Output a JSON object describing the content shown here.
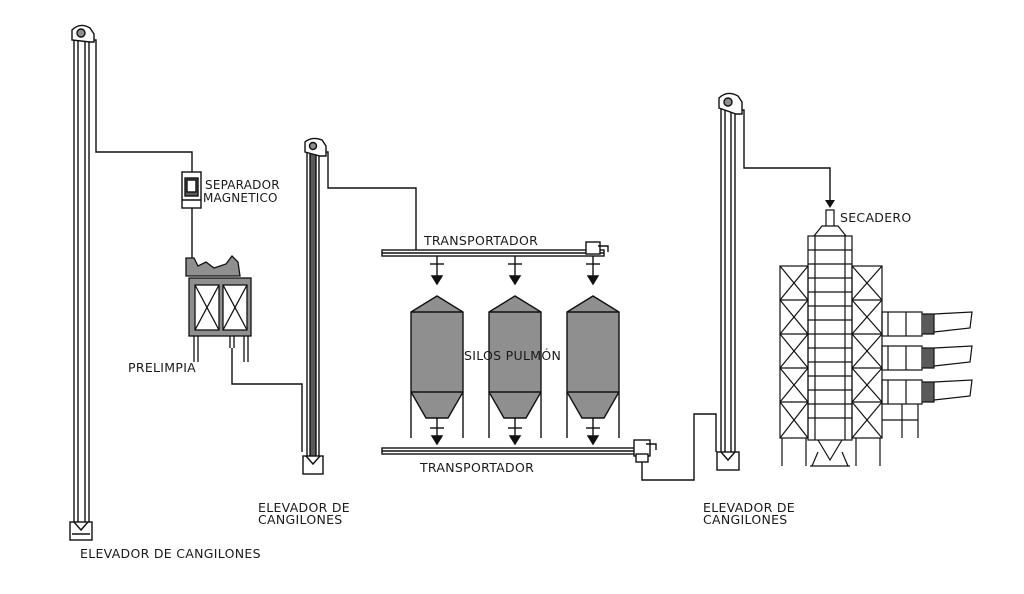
{
  "labels": {
    "elevador_1": "ELEVADOR DE CANGILONES",
    "separador_line1": "SEPARADOR",
    "separador_line2": "MAGNETICO",
    "prelimpia": "PRELIMPIA",
    "elevador_2_line1": "ELEVADOR DE",
    "elevador_2_line2": "CANGILONES",
    "transportador_top": "TRANSPORTADOR",
    "silos": "SILOS PULMÓN",
    "transportador_bottom": "TRANSPORTADOR",
    "elevador_3_line1": "ELEVADOR DE",
    "elevador_3_line2": "CANGILONES",
    "secadero": "SECADERO"
  },
  "colors": {
    "line": "#111111",
    "equipment_fill": "#8f8f8f",
    "equipment_dark": "#5a5a5a",
    "background": "#ffffff"
  }
}
